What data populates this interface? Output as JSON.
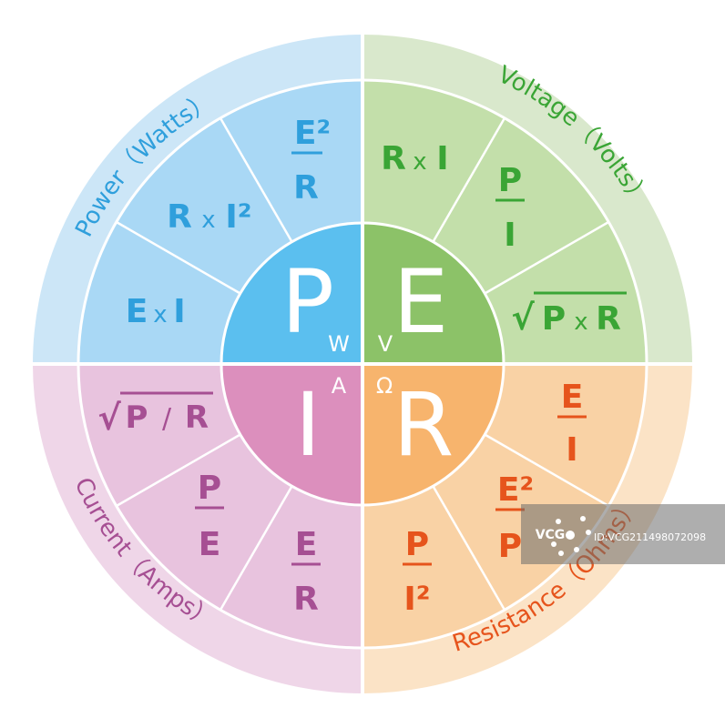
{
  "colors": {
    "power_outer": "#cce6f7",
    "power_mid": "#a9d8f5",
    "power_inner": "#5bbfef",
    "power_text": "#2f9fdc",
    "voltage_outer": "#d9e8cc",
    "voltage_mid": "#c3dfaa",
    "voltage_inner": "#8cc268",
    "voltage_text": "#3aa535",
    "current_outer": "#efd6e8",
    "current_mid": "#e8c3de",
    "current_inner": "#dc8fbd",
    "current_text": "#a64f93",
    "resistance_outer": "#fbe3c6",
    "resistance_mid": "#f9d2a5",
    "resistance_inner": "#f7b46d",
    "resistance_text": "#e6541c"
  },
  "center": {
    "P": "P",
    "E": "E",
    "I": "I",
    "R": "R",
    "unit_w": "W",
    "unit_v": "V",
    "unit_a": "A",
    "unit_ohm": "Ω"
  },
  "ring_labels": {
    "power": "Power（Watts）",
    "voltage": "Voltage（Volts）",
    "current": "Current（Amps）",
    "resistance": "Resistance（Ohms）"
  },
  "formulas": {
    "power": {
      "f1": {
        "a": "E",
        "x": "x",
        "b": "I"
      },
      "f2": {
        "a": "R",
        "x": "x",
        "b": "I²"
      },
      "f3": {
        "num": "E²",
        "den": "R"
      }
    },
    "voltage": {
      "f1": {
        "a": "R",
        "x": "x",
        "b": "I"
      },
      "f2": {
        "num": "P",
        "den": "I"
      },
      "f3": {
        "root": "√",
        "a": "P",
        "x": "x",
        "b": "R"
      }
    },
    "current": {
      "f1": {
        "root": "√",
        "a": "P",
        "x": "/",
        "b": "R"
      },
      "f2": {
        "num": "P",
        "den": "E"
      },
      "f3": {
        "num": "E",
        "den": "R"
      }
    },
    "resistance": {
      "f1": {
        "num": "E",
        "den": "I"
      },
      "f2": {
        "num": "E²",
        "den": "P"
      },
      "f3": {
        "num": "P",
        "den": "I²"
      }
    }
  },
  "watermark": {
    "logo": "VCG",
    "id_text": "ID:VCG211498072098"
  }
}
